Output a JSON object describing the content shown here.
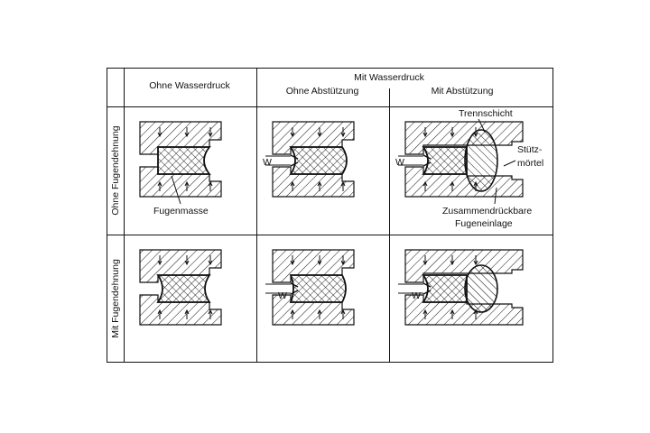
{
  "header": {
    "col_without_pressure": "Ohne Wasserdruck",
    "col_with_pressure": "Mit Wasserdruck",
    "sub_without_support": "Ohne Abstützung",
    "sub_with_support": "Mit Abstützung"
  },
  "rows": {
    "without_expansion": "Ohne Fugendehnung",
    "with_expansion": "Mit Fugendehnung"
  },
  "labels": {
    "joint_compound": "Fugenmasse",
    "water": "W",
    "separating_layer": "Trennschicht",
    "support_mortar_1": "Stütz-",
    "support_mortar_2": "mörtel",
    "compressible_1": "Zusammendrückbare",
    "compressible_2": "Fugeneinlage"
  },
  "colors": {
    "line": "#111111",
    "background": "#ffffff"
  }
}
